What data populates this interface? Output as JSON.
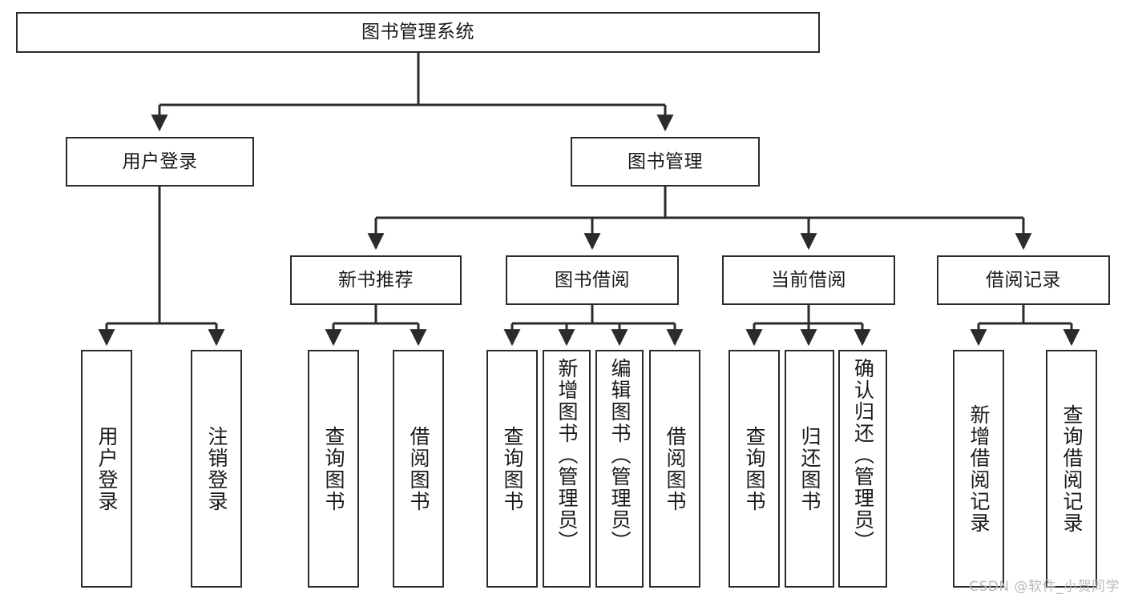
{
  "diagram": {
    "title": "图书管理系统",
    "type": "tree-hierarchy-diagram",
    "watermark": "CSDN @软件_小贺同学",
    "colors": {
      "box_border": "#2b2b2b",
      "box_fill": "#ffffff",
      "edge": "#2b2b2b",
      "text": "#1a1a1a",
      "watermark": "#b9b9b9",
      "background": "#ffffff"
    },
    "root": {
      "label": "图书管理系统"
    },
    "level2": [
      {
        "id": "user-login",
        "label": "用户登录"
      },
      {
        "id": "book-management",
        "label": "图书管理"
      }
    ],
    "level3": [
      {
        "id": "new-book-recommend",
        "label": "新书推荐",
        "parent": "book-management"
      },
      {
        "id": "book-borrow",
        "label": "图书借阅",
        "parent": "book-management"
      },
      {
        "id": "current-borrow",
        "label": "当前借阅",
        "parent": "book-management"
      },
      {
        "id": "borrow-record",
        "label": "借阅记录",
        "parent": "book-management"
      }
    ],
    "leaves": {
      "user-login": [
        {
          "id": "leaf-user-login",
          "label": "用户登录"
        },
        {
          "id": "leaf-user-logout",
          "label": "注销登录"
        }
      ],
      "new-book-recommend": [
        {
          "id": "leaf-query-book-1",
          "label": "查询图书"
        },
        {
          "id": "leaf-borrow-book-1",
          "label": "借阅图书"
        }
      ],
      "book-borrow": [
        {
          "id": "leaf-query-book-2",
          "label": "查询图书"
        },
        {
          "id": "leaf-add-book",
          "label": "新增图书（管理员）"
        },
        {
          "id": "leaf-edit-book",
          "label": "编辑图书（管理员）"
        },
        {
          "id": "leaf-borrow-book-2",
          "label": "借阅图书"
        }
      ],
      "current-borrow": [
        {
          "id": "leaf-query-book-3",
          "label": "查询图书"
        },
        {
          "id": "leaf-return-book",
          "label": "归还图书"
        },
        {
          "id": "leaf-confirm-return",
          "label": "确认归还（管理员）"
        }
      ],
      "borrow-record": [
        {
          "id": "leaf-add-record",
          "label": "新增借阅记录"
        },
        {
          "id": "leaf-query-record",
          "label": "查询借阅记录"
        }
      ]
    }
  }
}
